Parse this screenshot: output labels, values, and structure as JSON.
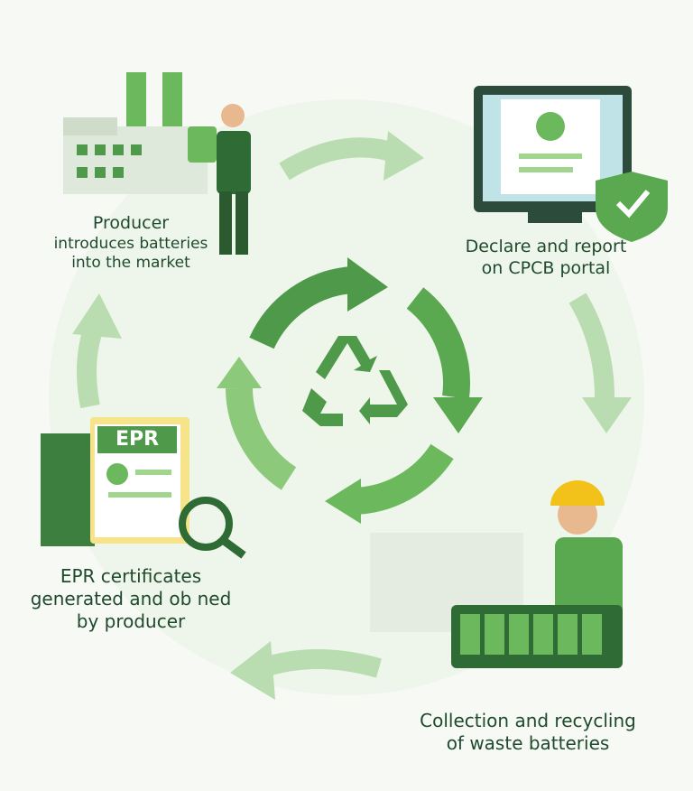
{
  "steps": [
    {
      "id": "producer",
      "lines": [
        "Producer",
        "introduces batteries",
        "into the market"
      ]
    },
    {
      "id": "declare",
      "lines": [
        "Declare and report",
        "on CPCB portal"
      ]
    },
    {
      "id": "collection",
      "lines": [
        "Collection and recycling",
        "of waste batteries"
      ]
    },
    {
      "id": "epr",
      "lines": [
        "EPR certificates",
        "generated and ob ned",
        "by producer"
      ]
    }
  ],
  "epr_badge": "EPR",
  "colors": {
    "primary": "#4f9a4a",
    "light": "#9fd58c",
    "dark": "#1f4a2c",
    "background": "#f6f9f4"
  }
}
